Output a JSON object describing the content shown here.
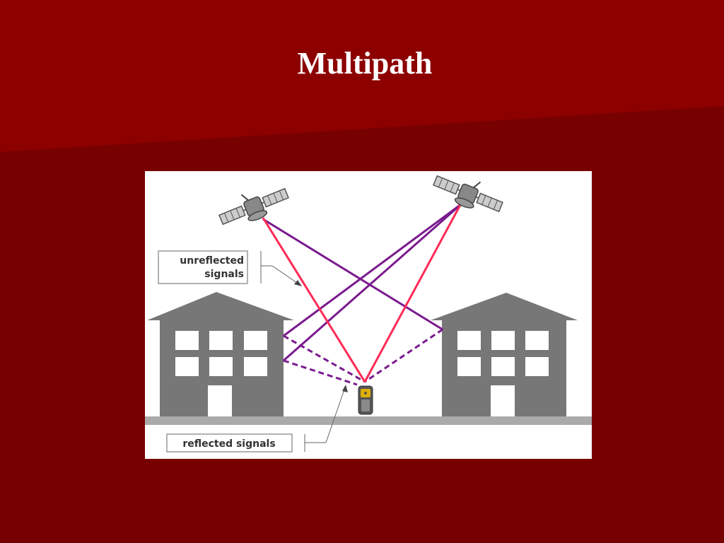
{
  "slide": {
    "title": "Multipath",
    "background_color": "#770000",
    "accent_band_color": "#8f0000"
  },
  "diagram": {
    "labels": {
      "unreflected_line1": "unreflected",
      "unreflected_line2": "signals",
      "reflected": "reflected signals"
    },
    "colors": {
      "direct_signal": "#ff2a55",
      "reflected_signal": "#7a1a8e",
      "building": "#777777",
      "ground": "#aaaaaa",
      "receiver": "#d9a400"
    },
    "icons": [
      "satellite-icon",
      "satellite-icon",
      "building-icon",
      "building-icon",
      "gps-receiver-icon"
    ]
  }
}
